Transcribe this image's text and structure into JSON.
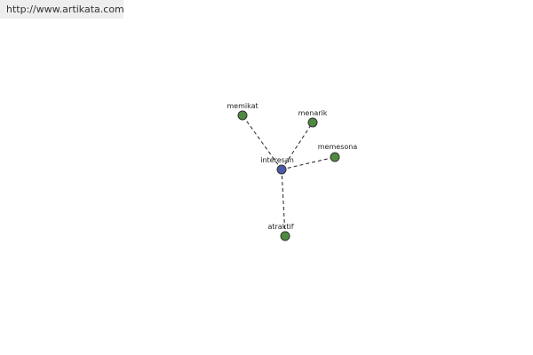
{
  "source": {
    "url": "http://www.artikata.com"
  },
  "diagram": {
    "center": {
      "label": "interesan",
      "color": "#4a5aa8"
    },
    "related": [
      {
        "label": "memikat",
        "color": "#4e8a3e"
      },
      {
        "label": "menarik",
        "color": "#4e8a3e"
      },
      {
        "label": "memesona",
        "color": "#4e8a3e"
      },
      {
        "label": "atraktif",
        "color": "#4e8a3e"
      }
    ]
  }
}
